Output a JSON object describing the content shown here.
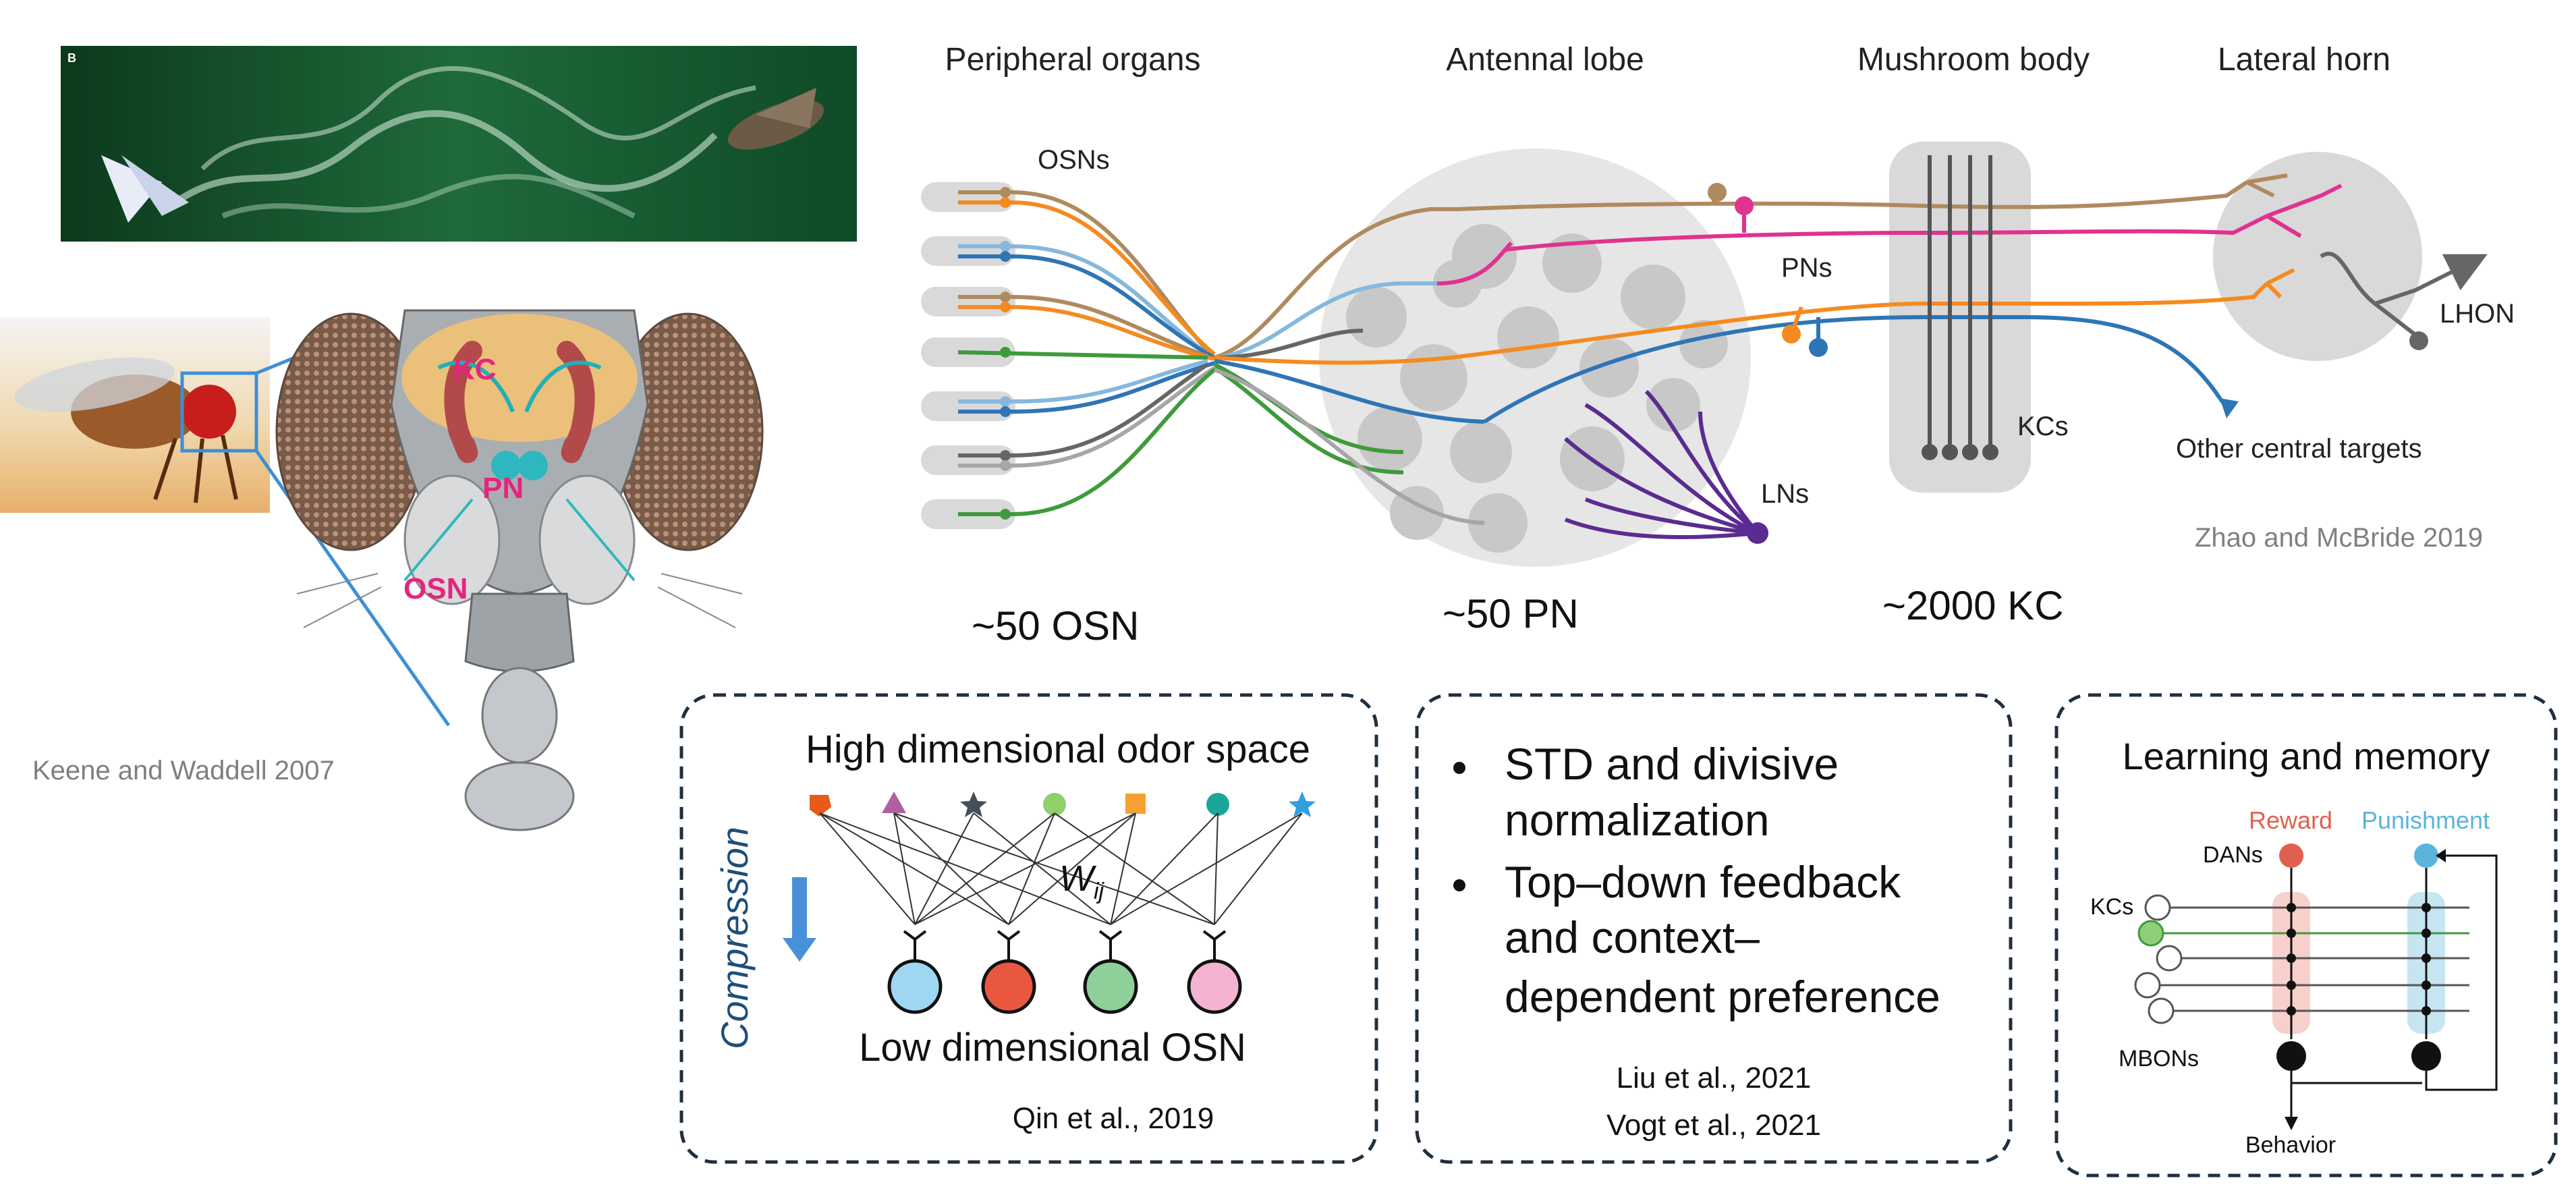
{
  "panel_letter": "B",
  "credits": {
    "keene": "Keene and Waddell 2007",
    "zhao": "Zhao and McBride 2019"
  },
  "head_labels": {
    "kc": "KC",
    "pn": "PN",
    "osn": "OSN"
  },
  "regions": {
    "peripheral": "Peripheral organs",
    "antennal": "Antennal lobe",
    "mushroom": "Mushroom body",
    "lateral": "Lateral horn"
  },
  "labels": {
    "osns": "OSNs",
    "pns": "PNs",
    "kcs": "KCs",
    "lns": "LNs",
    "lhon": "LHON",
    "other_targets": "Other central targets"
  },
  "counts": {
    "osn": "~50 OSN",
    "pn": "~50 PN",
    "kc": "~2000 KC"
  },
  "compression_box": {
    "title": "High dimensional odor space",
    "side_label": "Compression",
    "weight_label": "W",
    "weight_sub": "ij",
    "bottom": "Low dimensional OSN",
    "citation": "Qin et al., 2019"
  },
  "middle_box": {
    "bullet1_line1": "STD and divisive",
    "bullet1_line2": "normalization",
    "bullet2_line1": "Top–down feedback",
    "bullet2_line2": "and context–",
    "bullet2_line3": "dependent preference",
    "citation1": "Liu et al., 2021",
    "citation2": "Vogt et al., 2021"
  },
  "learning_box": {
    "title": "Learning and memory",
    "reward": "Reward",
    "punishment": "Punishment",
    "dans": "DANs",
    "kcs": "KCs",
    "mbons": "MBONs",
    "behavior": "Behavior"
  },
  "colors": {
    "brown": "#b08a5e",
    "light_blue": "#86b8de",
    "blue": "#2e75b6",
    "orange": "#f58a1f",
    "green": "#3f9a3c",
    "dark_gray": "#666666",
    "light_gray": "#a6a6a6",
    "magenta": "#e0338f",
    "purple": "#5b2b91",
    "reward_red": "#e06050",
    "punish_blue": "#5bb4dc",
    "accent_pink": "#e8237e"
  }
}
